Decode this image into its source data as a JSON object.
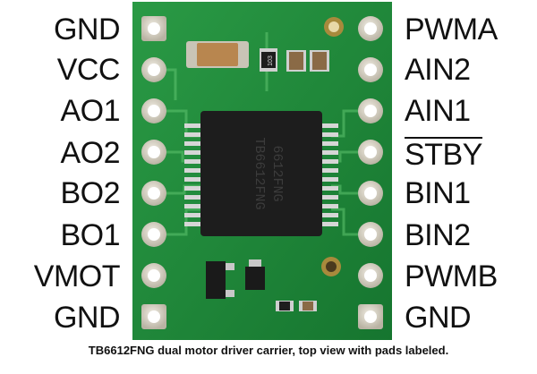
{
  "pins_left": [
    "GND",
    "VCC",
    "AO1",
    "AO2",
    "BO2",
    "BO1",
    "VMOT",
    "GND"
  ],
  "pins_right": [
    "PWMA",
    "AIN2",
    "AIN1",
    "STBY",
    "BIN1",
    "BIN2",
    "PWMB",
    "GND"
  ],
  "chip": {
    "line1": "TB6612FNG",
    "line2": "6612FNG"
  },
  "resistor_mark": "103",
  "caption": "TB6612FNG dual motor driver carrier, top view with pads labeled.",
  "colors": {
    "pcb": "#1f8a3a",
    "pad": "#d9d3c4",
    "chip": "#1d1d1d",
    "capacitor": "#b8864f"
  }
}
